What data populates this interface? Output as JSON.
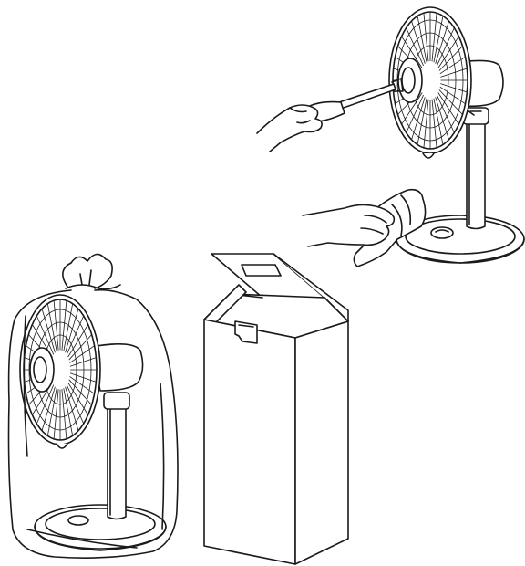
{
  "illustration": {
    "panels": [
      {
        "id": "cleaning",
        "action": "clean-fan-with-brush-and-cloth"
      },
      {
        "id": "bagging",
        "action": "cover-fan-with-plastic-bag"
      },
      {
        "id": "boxing",
        "action": "store-in-open-box"
      }
    ],
    "colors": {
      "ink": "#1a1a1a",
      "paper": "#ffffff"
    },
    "icons": [
      "fan-icon",
      "brush-icon",
      "cloth-icon",
      "hand-icon",
      "plastic-bag-icon",
      "box-icon"
    ]
  }
}
